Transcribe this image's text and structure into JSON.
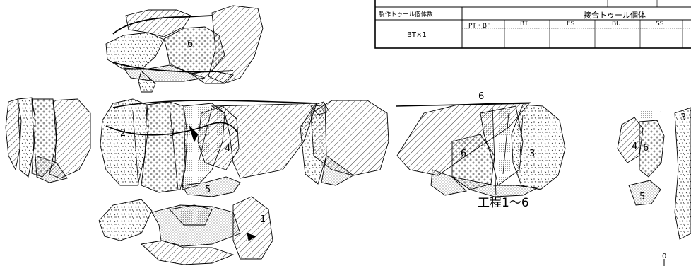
{
  "table": {
    "row_label_count": "製作トゥール個体数",
    "row_label_join": "接合トゥール個体",
    "count_value": "BT×1",
    "columns": [
      "PT・BF",
      "BT",
      "ES",
      "BU",
      "SS"
    ]
  },
  "caption": "工程1～6",
  "scale_label": "0",
  "numbers": {
    "top": "6",
    "mid_left": "2",
    "mid_center": "3",
    "mid_right": "4",
    "mid_bottom": "5",
    "bottom": "1",
    "right_top": "6",
    "right_center": "3",
    "right_left": "6",
    "far_4": "4",
    "far_6": "6",
    "far_5": "5",
    "far_3": "3"
  }
}
